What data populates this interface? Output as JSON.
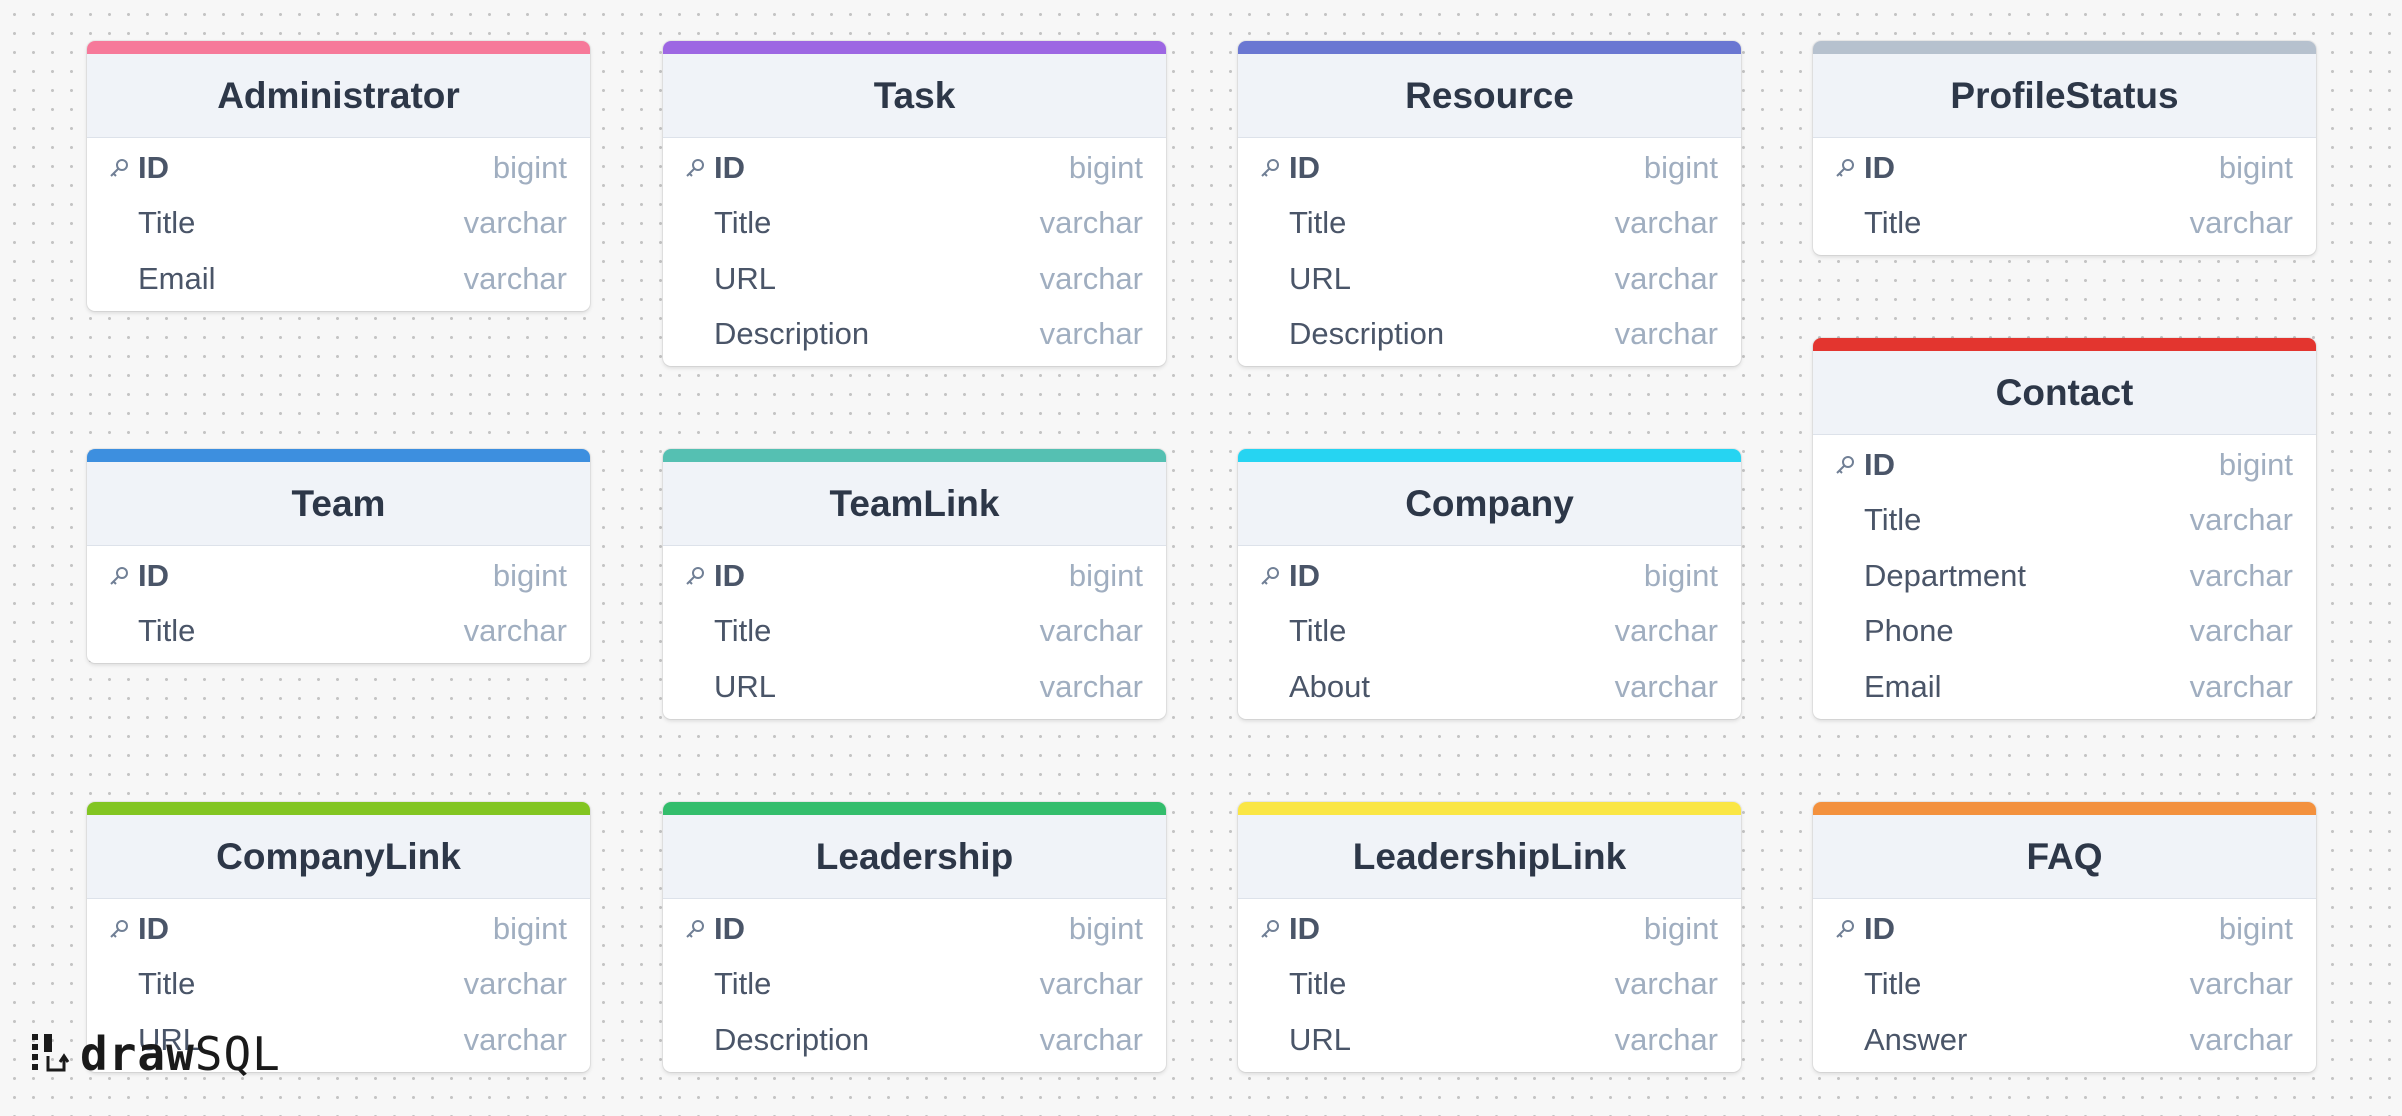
{
  "tables": [
    {
      "name": "Administrator",
      "color": "#f6799a",
      "columns": [
        {
          "name": "ID",
          "type": "bigint",
          "pk": true
        },
        {
          "name": "Title",
          "type": "varchar"
        },
        {
          "name": "Email",
          "type": "varchar"
        }
      ]
    },
    {
      "name": "Task",
      "color": "#9d67e3",
      "columns": [
        {
          "name": "ID",
          "type": "bigint",
          "pk": true
        },
        {
          "name": "Title",
          "type": "varchar"
        },
        {
          "name": "URL",
          "type": "varchar"
        },
        {
          "name": "Description",
          "type": "varchar"
        }
      ]
    },
    {
      "name": "Resource",
      "color": "#6a77d2",
      "columns": [
        {
          "name": "ID",
          "type": "bigint",
          "pk": true
        },
        {
          "name": "Title",
          "type": "varchar"
        },
        {
          "name": "URL",
          "type": "varchar"
        },
        {
          "name": "Description",
          "type": "varchar"
        }
      ]
    },
    {
      "name": "ProfileStatus",
      "color": "#b6c1ce",
      "columns": [
        {
          "name": "ID",
          "type": "bigint",
          "pk": true
        },
        {
          "name": "Title",
          "type": "varchar"
        }
      ]
    },
    {
      "name": "Contact",
      "color": "#e3352f",
      "columns": [
        {
          "name": "ID",
          "type": "bigint",
          "pk": true
        },
        {
          "name": "Title",
          "type": "varchar"
        },
        {
          "name": "Department",
          "type": "varchar"
        },
        {
          "name": "Phone",
          "type": "varchar"
        },
        {
          "name": "Email",
          "type": "varchar"
        }
      ]
    },
    {
      "name": "Team",
      "color": "#3d8fdf",
      "columns": [
        {
          "name": "ID",
          "type": "bigint",
          "pk": true
        },
        {
          "name": "Title",
          "type": "varchar"
        }
      ]
    },
    {
      "name": "TeamLink",
      "color": "#55c0b2",
      "columns": [
        {
          "name": "ID",
          "type": "bigint",
          "pk": true
        },
        {
          "name": "Title",
          "type": "varchar"
        },
        {
          "name": "URL",
          "type": "varchar"
        }
      ]
    },
    {
      "name": "Company",
      "color": "#26d4f2",
      "columns": [
        {
          "name": "ID",
          "type": "bigint",
          "pk": true
        },
        {
          "name": "Title",
          "type": "varchar"
        },
        {
          "name": "About",
          "type": "varchar"
        }
      ]
    },
    {
      "name": "CompanyLink",
      "color": "#82c522",
      "columns": [
        {
          "name": "ID",
          "type": "bigint",
          "pk": true
        },
        {
          "name": "Title",
          "type": "varchar"
        },
        {
          "name": "URL",
          "type": "varchar"
        }
      ]
    },
    {
      "name": "Leadership",
      "color": "#33bd6c",
      "columns": [
        {
          "name": "ID",
          "type": "bigint",
          "pk": true
        },
        {
          "name": "Title",
          "type": "varchar"
        },
        {
          "name": "Description",
          "type": "varchar"
        }
      ]
    },
    {
      "name": "LeadershipLink",
      "color": "#fae645",
      "columns": [
        {
          "name": "ID",
          "type": "bigint",
          "pk": true
        },
        {
          "name": "Title",
          "type": "varchar"
        },
        {
          "name": "URL",
          "type": "varchar"
        }
      ]
    },
    {
      "name": "FAQ",
      "color": "#f3913e",
      "columns": [
        {
          "name": "ID",
          "type": "bigint",
          "pk": true
        },
        {
          "name": "Title",
          "type": "varchar"
        },
        {
          "name": "Answer",
          "type": "varchar"
        }
      ]
    }
  ],
  "logo": {
    "bold": "draw",
    "light": "SQL"
  }
}
